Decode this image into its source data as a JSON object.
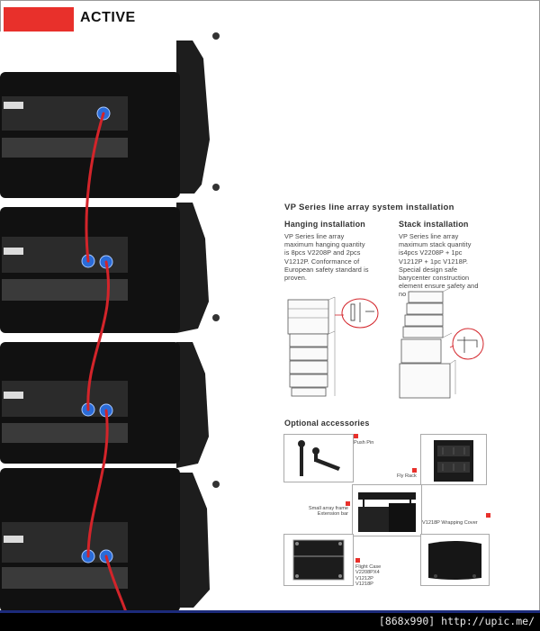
{
  "header": {
    "title": "ACTIVE"
  },
  "installation": {
    "title": "VP Series line array system installation",
    "hanging": {
      "title": "Hanging installation",
      "text": [
        "VP Series line array",
        "maximum hanging quantity",
        "is 8pcs V2208P and 2pcs",
        "V1212P. Conformance of",
        "European safety standard is",
        "proven."
      ]
    },
    "stack": {
      "title": "Stack installation",
      "text": [
        "VP Series line array",
        "maximum stack quantity",
        "is4pcs V2208P + 1pc",
        "V1212P + 1pc V1218P.",
        "Special design safe",
        "barycenter construction",
        "element ensure safety and",
        "no tilt."
      ]
    }
  },
  "accessories": {
    "title": "Optional accessories",
    "push_pin": "Push Pin",
    "fly_rack": "Fly Rack",
    "small_frame": [
      "Small array frame",
      "Extension bar"
    ],
    "wrapping_cover": "V1218P Wrapping Cover",
    "flight_case": [
      "Flight Case",
      "V2208PX4",
      "V1212P",
      "V1218P"
    ]
  },
  "footer": {
    "text": "[868x990] http://upic.me/"
  },
  "colors": {
    "accent": "#e8302b",
    "footer_bar": "#1c2a7a"
  }
}
